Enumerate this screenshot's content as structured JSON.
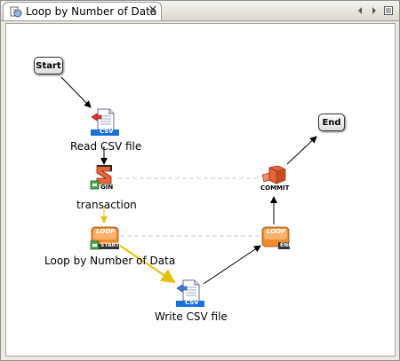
{
  "tab": {
    "title": "Loop by Number of Data",
    "close_glyph": "✕",
    "icon": "flow-icon"
  },
  "controls": {
    "back_icon": "chevron-left-icon",
    "forward_icon": "chevron-right-icon",
    "menu_icon": "list-menu-icon"
  },
  "flow": {
    "start": {
      "label": "Start"
    },
    "end": {
      "label": "End"
    },
    "read_csv": {
      "label": "Read CSV file",
      "badge": "CSV",
      "icon": "csv-file-icon"
    },
    "transaction": {
      "label": "transaction",
      "badge": "GIN",
      "icon": "transaction-begin-icon"
    },
    "loop_start": {
      "label": "Loop by Number of Data",
      "badge_top": "LOOP",
      "badge_bottom": "START",
      "icon": "loop-start-icon"
    },
    "write_csv": {
      "label": "Write CSV file",
      "badge": "CSV",
      "icon": "csv-file-icon"
    },
    "commit": {
      "label": "COMMIT",
      "icon": "commit-icon"
    },
    "loop_end": {
      "badge_top": "LOOP",
      "badge_bottom": "END",
      "icon": "loop-end-icon"
    }
  },
  "colors": {
    "csv_badge": "#1a6fe0",
    "loop_orange": "#f08c2c",
    "commit_orange": "#e8653a",
    "arrow_yellow": "#e6c200"
  }
}
